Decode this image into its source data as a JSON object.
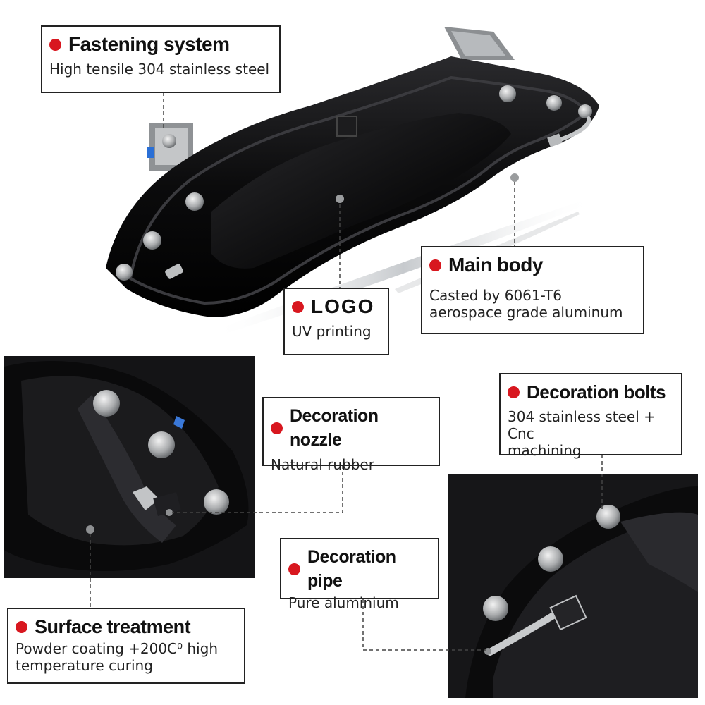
{
  "accent_color": "#d8171f",
  "labels": {
    "fastening": {
      "title": "Fastening system",
      "desc": "High tensile 304 stainless steel"
    },
    "main_body": {
      "title": "Main body",
      "desc": "Casted by 6061-T6\naerospace grade aluminum"
    },
    "logo": {
      "title": "LOGO",
      "desc": "UV printing"
    },
    "nozzle": {
      "title": "Decoration nozzle",
      "desc": "Natural rubber"
    },
    "bolts": {
      "title": "Decoration bolts",
      "desc": "304 stainless steel + Cnc\nmachining"
    },
    "pipe": {
      "title": "Decoration pipe",
      "desc": "Pure aluminium"
    },
    "surface": {
      "title": "Surface treatment",
      "desc": "Powder coating +200C⁰ high\ntemperature curing"
    }
  },
  "icons": [
    "red-dot-icon"
  ]
}
